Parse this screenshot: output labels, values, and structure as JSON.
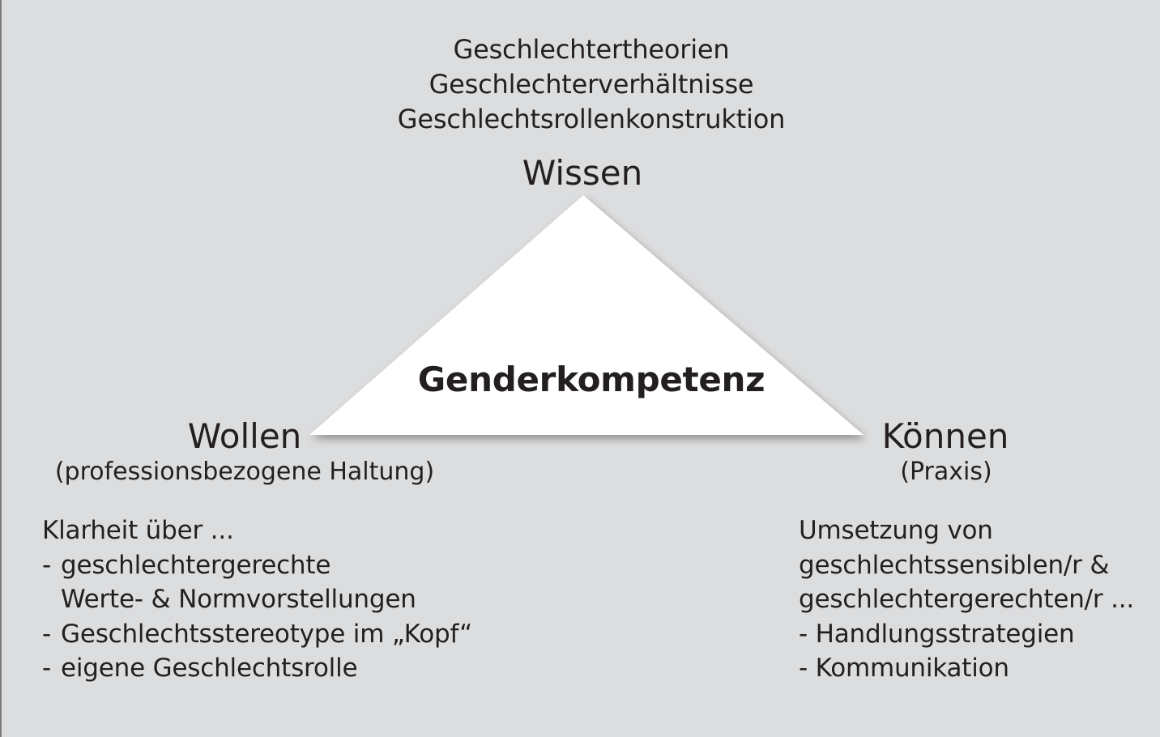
{
  "diagram": {
    "top_list": [
      "Geschlechtertheorien",
      "Geschlechterverhältnisse",
      "Geschlechtsrollenkonstruktion"
    ],
    "top_label": "Wissen",
    "center_label": "Genderkompetenz",
    "left": {
      "label": "Wollen",
      "sublabel": "(professionsbezogene Haltung)",
      "intro": "Klarheit über ...",
      "bullet_marker": "-",
      "items": [
        "geschlechtergerechte",
        "Werte- & Normvorstellungen",
        "Geschlechtsstereotype im „Kopf“",
        "eigene Geschlechtsrolle"
      ]
    },
    "right": {
      "label": "Können",
      "sublabel": "(Praxis)",
      "lines": [
        "Umsetzung von",
        "geschlechtssensiblen/r &",
        "geschlechtergerechten/r ...",
        "- Handlungsstrategien",
        "- Kommunikation"
      ]
    },
    "colors": {
      "background": "#dcddde",
      "triangle": "#ffffff",
      "text": "#231f20"
    }
  }
}
